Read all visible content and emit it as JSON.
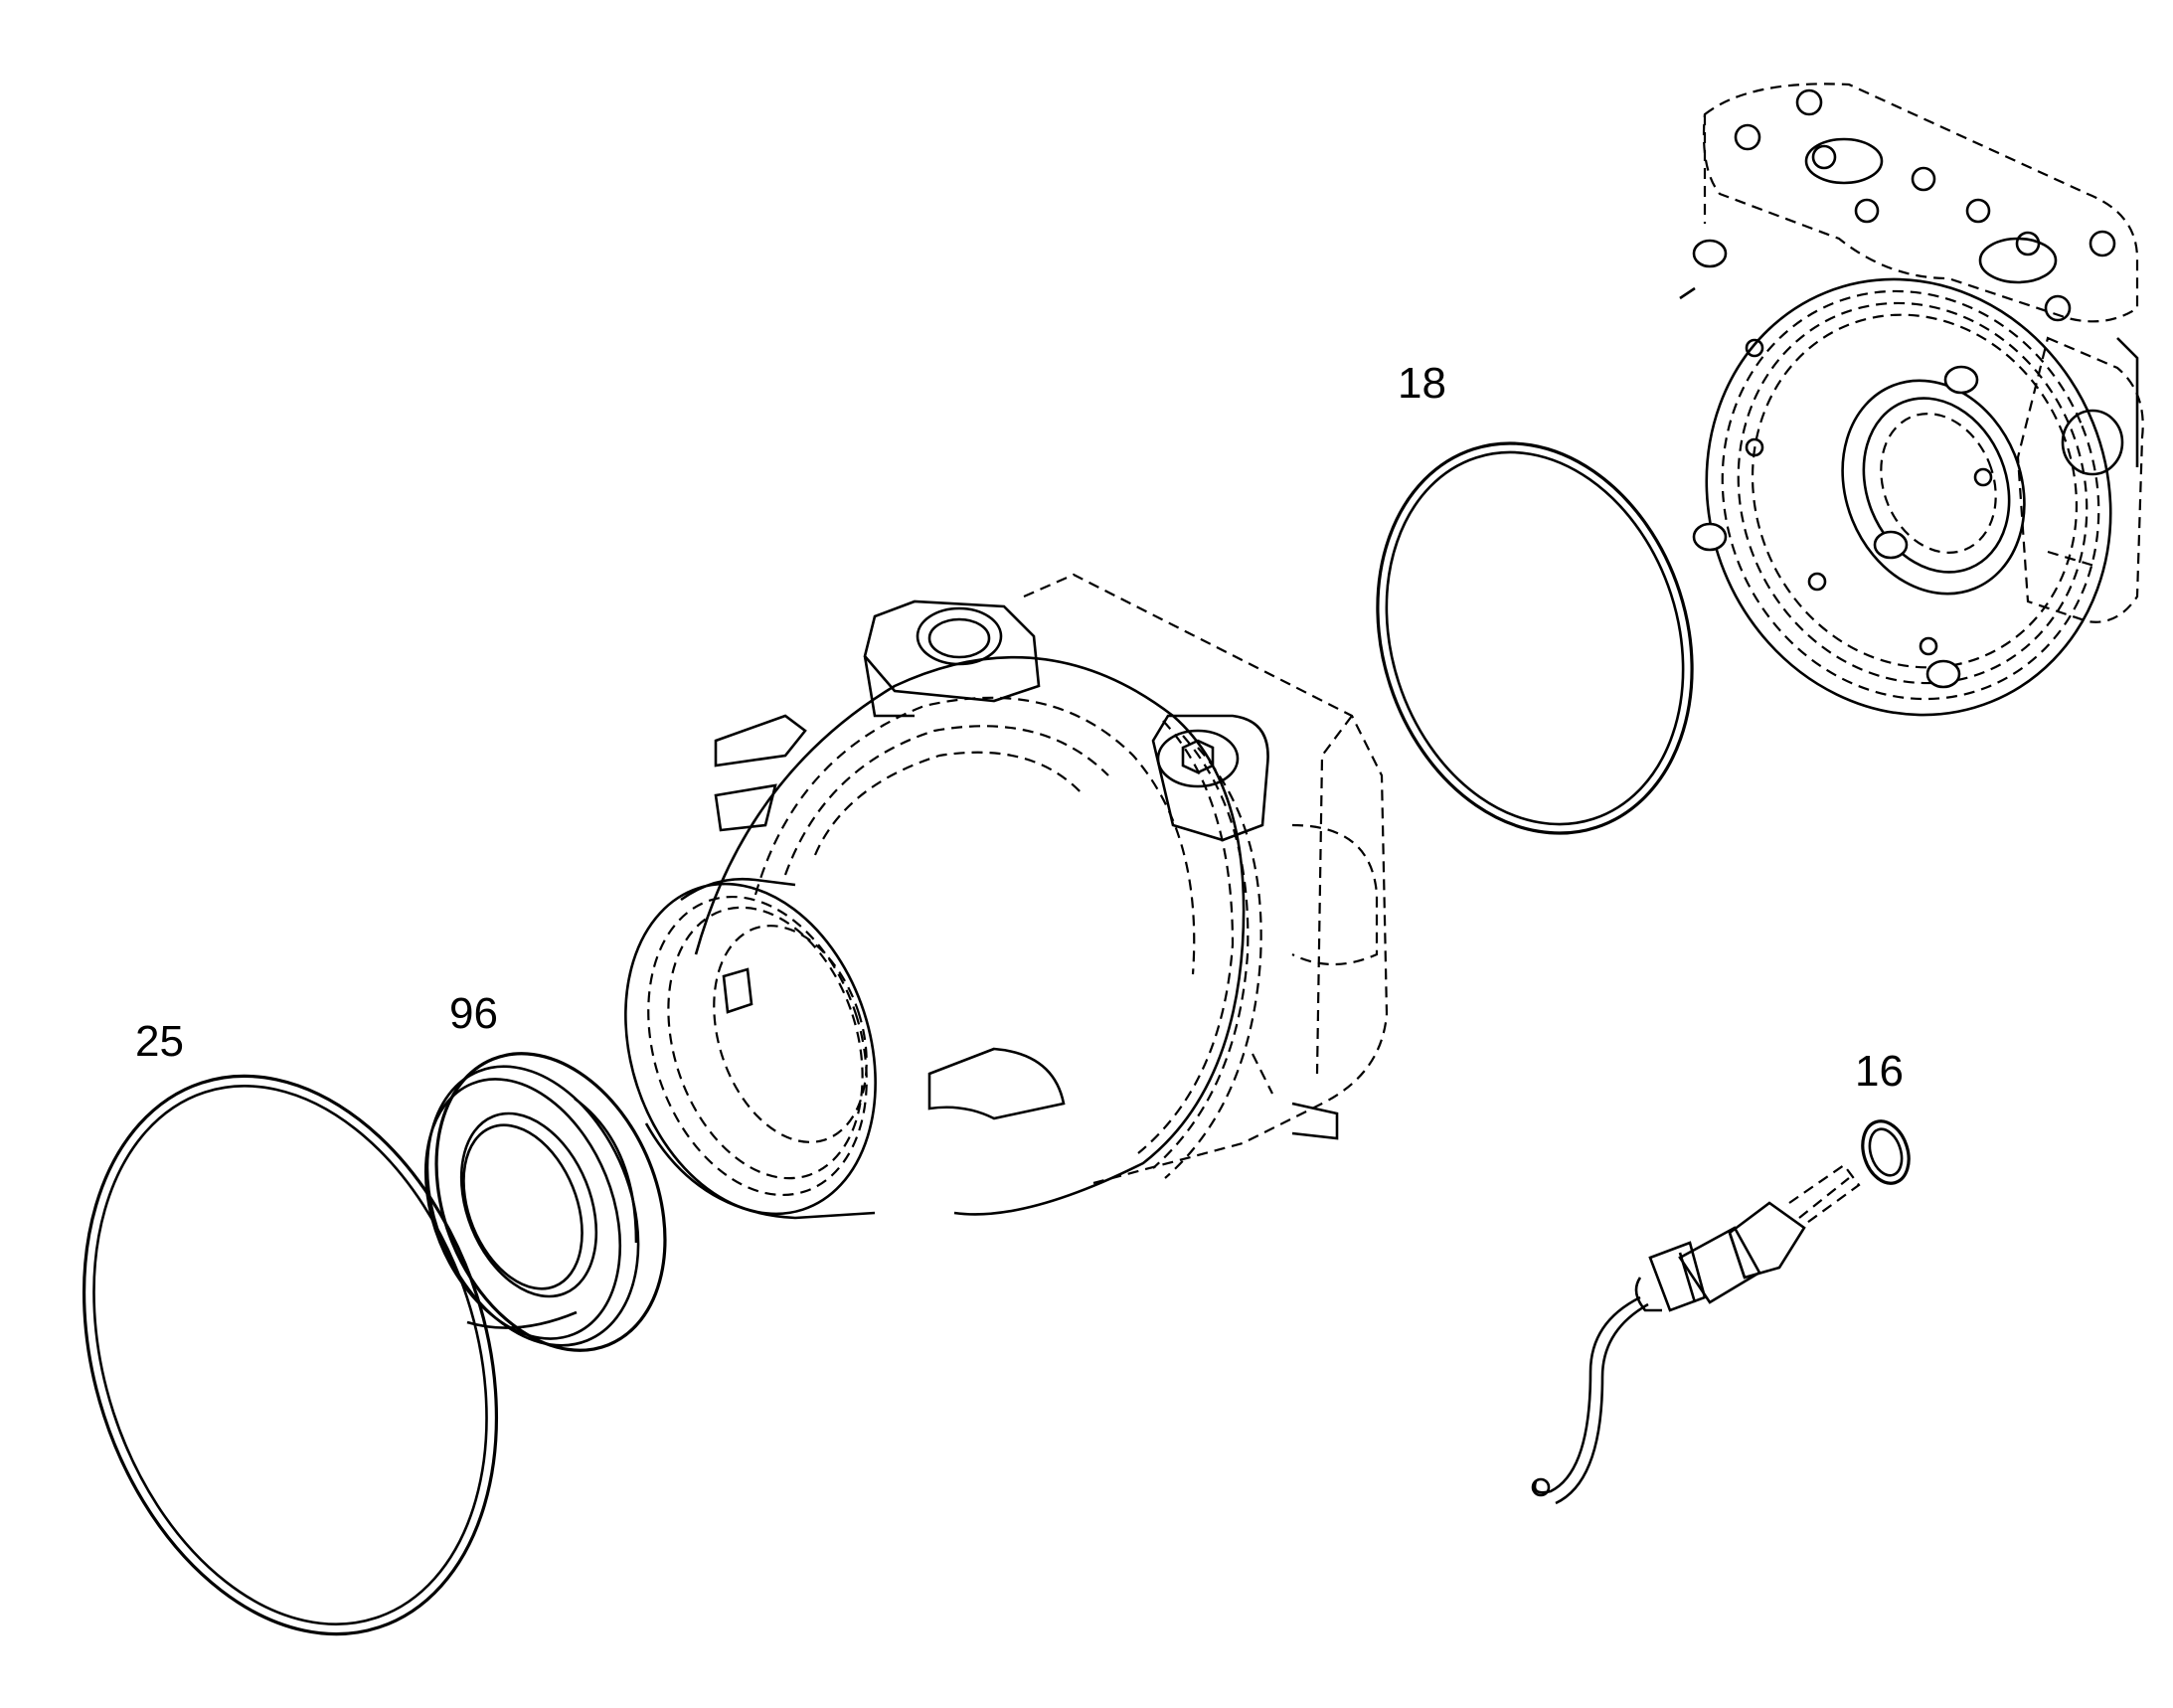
{
  "diagram": {
    "type": "exploded-parts-view",
    "callouts": {
      "oring_large": "25",
      "seal": "96",
      "oring_mid": "18",
      "oring_small": "16"
    }
  }
}
